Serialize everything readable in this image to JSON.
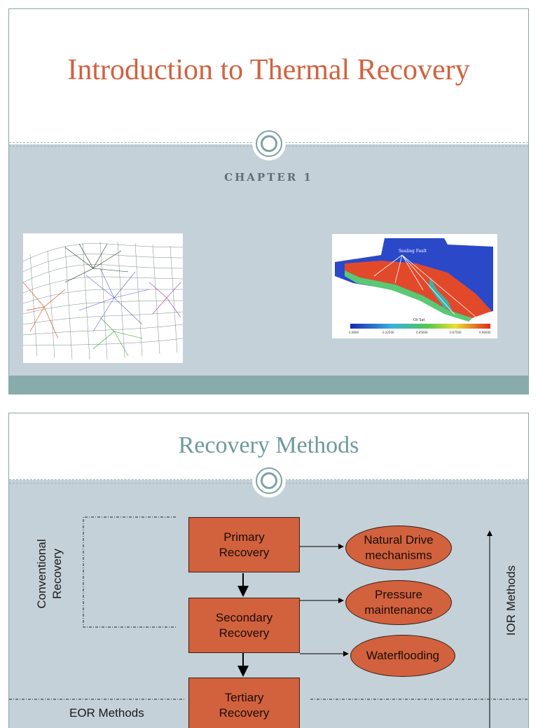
{
  "slide1": {
    "title": "Introduction to Thermal Recovery",
    "subtitle": "CHAPTER 1",
    "images": [
      {
        "name": "reservoir-mesh-image"
      },
      {
        "name": "sealing-fault-simulation-image",
        "label": "Sealing Fault",
        "colorbar_label": "Oil Sat",
        "colorbar_ticks": [
          "0.0600",
          "0.22500",
          "0.45000",
          "0.67500",
          "0.90000"
        ]
      }
    ]
  },
  "slide2": {
    "title": "Recovery Methods",
    "boxes": {
      "primary": "Primary Recovery",
      "secondary": "Secondary Recovery",
      "tertiary": "Tertiary Recovery"
    },
    "ovals": {
      "natural_drive": "Natural Drive mechanisms",
      "pressure": "Pressure maintenance",
      "waterflooding": "Waterflooding"
    },
    "labels": {
      "conventional": "Conventional Recovery",
      "ior": "IOR Methods",
      "eor": "EOR Methods"
    }
  },
  "colors": {
    "accent": "#d2613e",
    "teal": "#8aabab",
    "body_bg": "#c4d1d8"
  }
}
